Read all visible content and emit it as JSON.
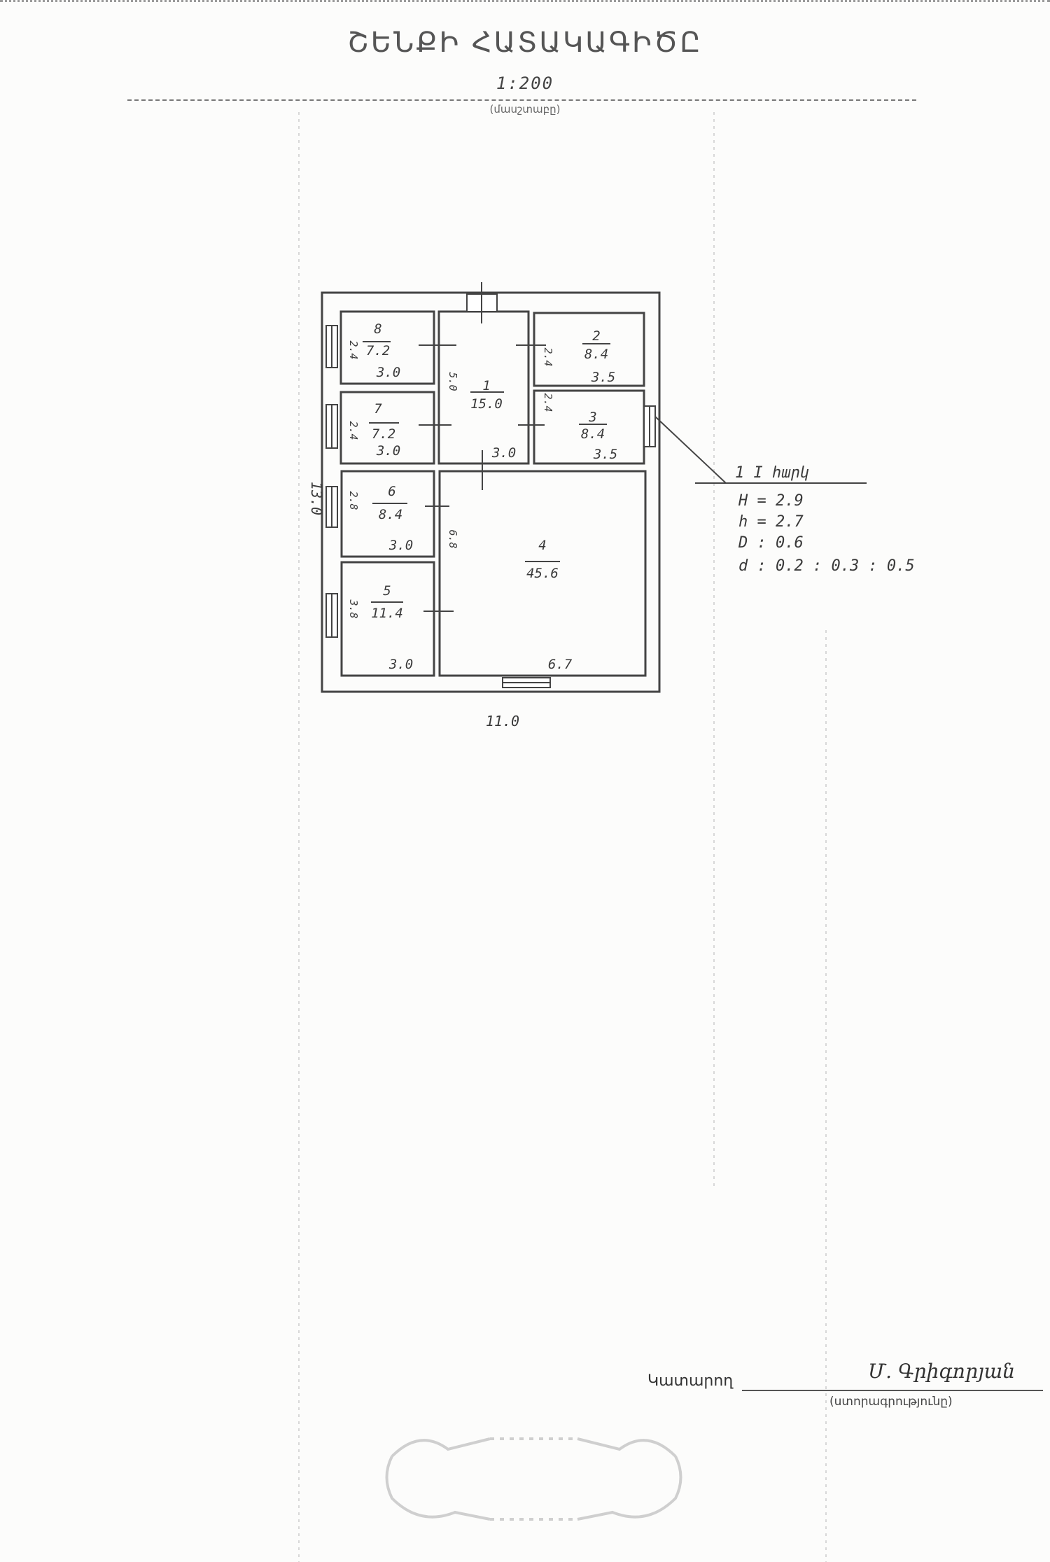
{
  "header": {
    "title": "ՇԵՆՔԻ ՀԱՏԱԿԱԳԻԾԸ",
    "scale": "1:200",
    "scale_caption": "(մասշտաբը)"
  },
  "plan": {
    "overall_width": "11.0",
    "overall_height": "13.0",
    "rooms": [
      {
        "number": "1",
        "area": "15.0",
        "width": "3.0",
        "length": "5.0"
      },
      {
        "number": "2",
        "area": "8.4",
        "width": "3.5",
        "length": "2.4"
      },
      {
        "number": "3",
        "area": "8.4",
        "width": "3.5",
        "length": "2.4"
      },
      {
        "number": "4",
        "area": "45.6",
        "width": "6.7",
        "length": "6.8"
      },
      {
        "number": "5",
        "area": "11.4",
        "width": "3.0",
        "length": "3.8"
      },
      {
        "number": "6",
        "area": "8.4",
        "width": "3.0",
        "length": "2.8"
      },
      {
        "number": "7",
        "area": "7.2",
        "width": "3.0",
        "length": "2.4"
      },
      {
        "number": "8",
        "area": "7.2",
        "width": "3.0",
        "length": "2.4"
      }
    ],
    "callout": {
      "floor": "1 I հարկ",
      "H": "H = 2.9",
      "h": "h = 2.7",
      "D": "D : 0.6",
      "d": "d : 0.2 : 0.3 : 0.5"
    }
  },
  "footer": {
    "executor_label": "Կատարող",
    "signature": "Մ. Գրիգորյան",
    "signature_caption": "(ստորագրությունը)"
  }
}
